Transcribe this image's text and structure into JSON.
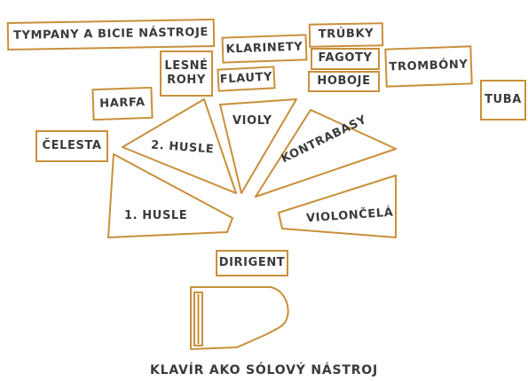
{
  "diagram": {
    "labels": {
      "tympany": "TYMPANY A BICIE NÁSTROJE",
      "klarinety": "KLARINETY",
      "trubky": "TRÚBKY",
      "fagoty": "FAGOTY",
      "trombony": "TROMBÓNY",
      "lesne_rohy_line1": "LESNÉ",
      "lesne_rohy_line2": "ROHY",
      "flauty": "FLAUTY",
      "hoboje": "HOBOJE",
      "tuba": "TUBA",
      "harfa": "HARFA",
      "celesta": "ČELESTA",
      "husle2": "2. HUSLE",
      "violy": "VIOLY",
      "kontrabasy": "KONTRABASY",
      "husle1": "1. HUSLE",
      "violoncela": "VIOLONČELÁ",
      "dirigent": "DIRIGENT",
      "klavir": "KLAVÍR AKO SÓLOVÝ NÁSTROJ"
    },
    "colors": {
      "outline": "#c98f3a",
      "text": "#3a3a3a"
    }
  }
}
